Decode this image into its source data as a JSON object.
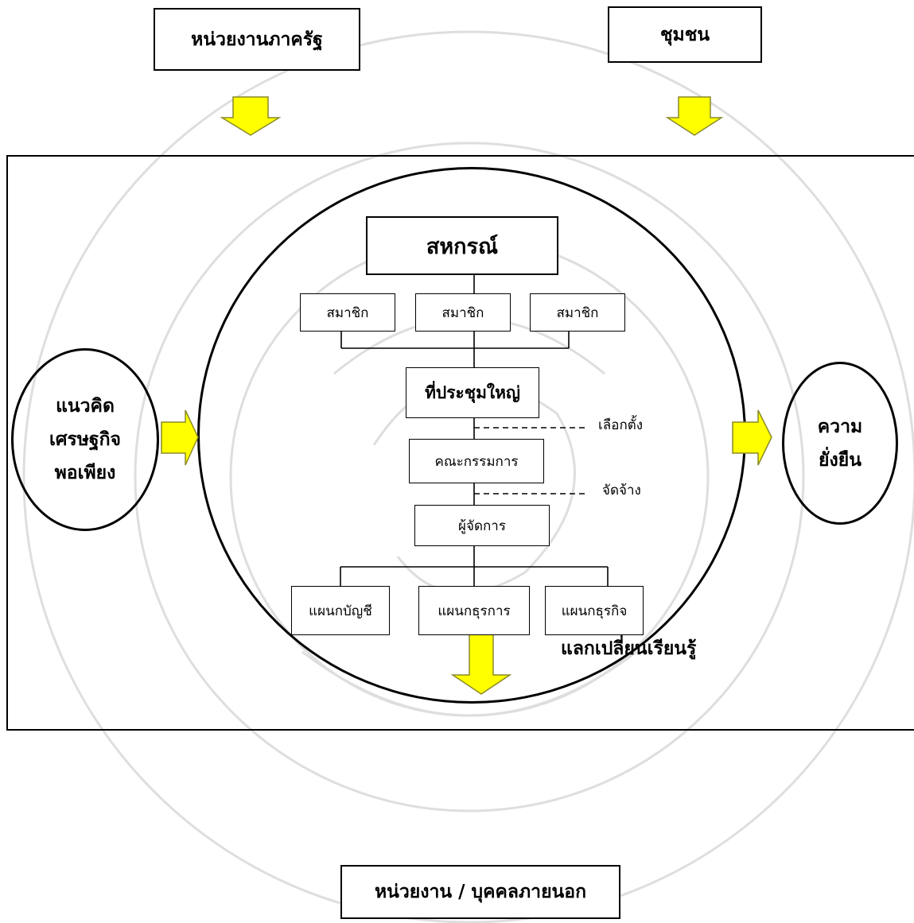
{
  "top": {
    "government": "หน่วยงานภาครัฐ",
    "community": "ชุมชน"
  },
  "left_concept": {
    "line1": "แนวคิด",
    "line2": "เศรษฐกิจ",
    "line3": "พอเพียง"
  },
  "right_outcome": {
    "line1": "ความ",
    "line2": "ยั่งยืน"
  },
  "org": {
    "title": "สหกรณ์",
    "members": [
      "สมาชิก",
      "สมาชิก",
      "สมาชิก"
    ],
    "general_assembly": "ที่ประชุมใหญ่",
    "elect_label": "เลือกตั้ง",
    "committee": "คณะกรรมการ",
    "hire_label": "จัดจ้าง",
    "manager": "ผู้จัดการ",
    "departments": [
      "แผนกบัญชี",
      "แผนกธุรการ",
      "แผนกธุรกิจ"
    ]
  },
  "exchange_label": "แลกเปลี่ยนเรียนรู้",
  "external": "หน่วยงาน / บุคคลภายนอก",
  "colors": {
    "arrow_fill": "#ffff00",
    "arrow_stroke": "#8a8a2a",
    "line": "#000000",
    "watermark": "#d9d9d9"
  }
}
